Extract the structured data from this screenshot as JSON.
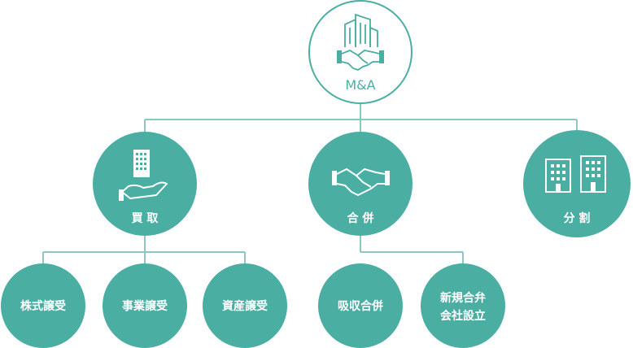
{
  "colors": {
    "teal": "#4aaea3",
    "line": "#8cc8c1",
    "white": "#ffffff"
  },
  "root": {
    "label": "M&A",
    "icon": "handshake-buildings-icon"
  },
  "level1": [
    {
      "id": "buy",
      "label": "買 取",
      "icon": "hand-building-icon"
    },
    {
      "id": "merge",
      "label": "合 併",
      "icon": "handshake-icon"
    },
    {
      "id": "split",
      "label": "分 割",
      "icon": "two-buildings-icon"
    }
  ],
  "buy_children": [
    {
      "label": "株式譲受"
    },
    {
      "label": "事業譲受"
    },
    {
      "label": "資産譲受"
    }
  ],
  "merge_children": [
    {
      "label": "吸収合併"
    },
    {
      "lines": [
        "新規合弁",
        "会社設立"
      ]
    }
  ]
}
